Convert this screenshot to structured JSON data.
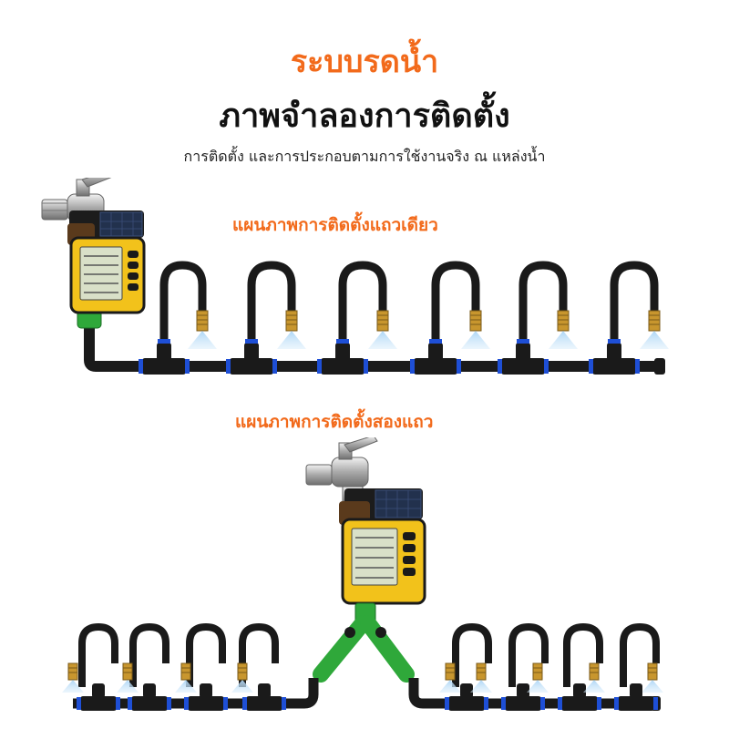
{
  "header": {
    "title": "ระบบรดน้ำ",
    "subtitle": "ภาพจำลองการติดตั้ง",
    "tagline": "การติดตั้ง และการประกอบตามการใช้งานจริง ณ แหล่งน้ำ"
  },
  "sections": {
    "single_row": {
      "label": "แผนภาพการติดตั้งแถวเดียว"
    },
    "double_row": {
      "label": "แผนภาพการติดตั้งสองแถว"
    }
  },
  "colors": {
    "accent": "#f26a1b",
    "pipe": "#1a1a1a",
    "connector_blue": "#1e4fd6",
    "adapter_green": "#2fa83a",
    "timer_yellow": "#f2c21b",
    "lcd": "#d9e0c8",
    "mist": "#a9d4f5"
  },
  "icons": {
    "faucet": "faucet-icon",
    "timer": "water-timer-icon",
    "nozzle": "mist-nozzle-icon"
  }
}
